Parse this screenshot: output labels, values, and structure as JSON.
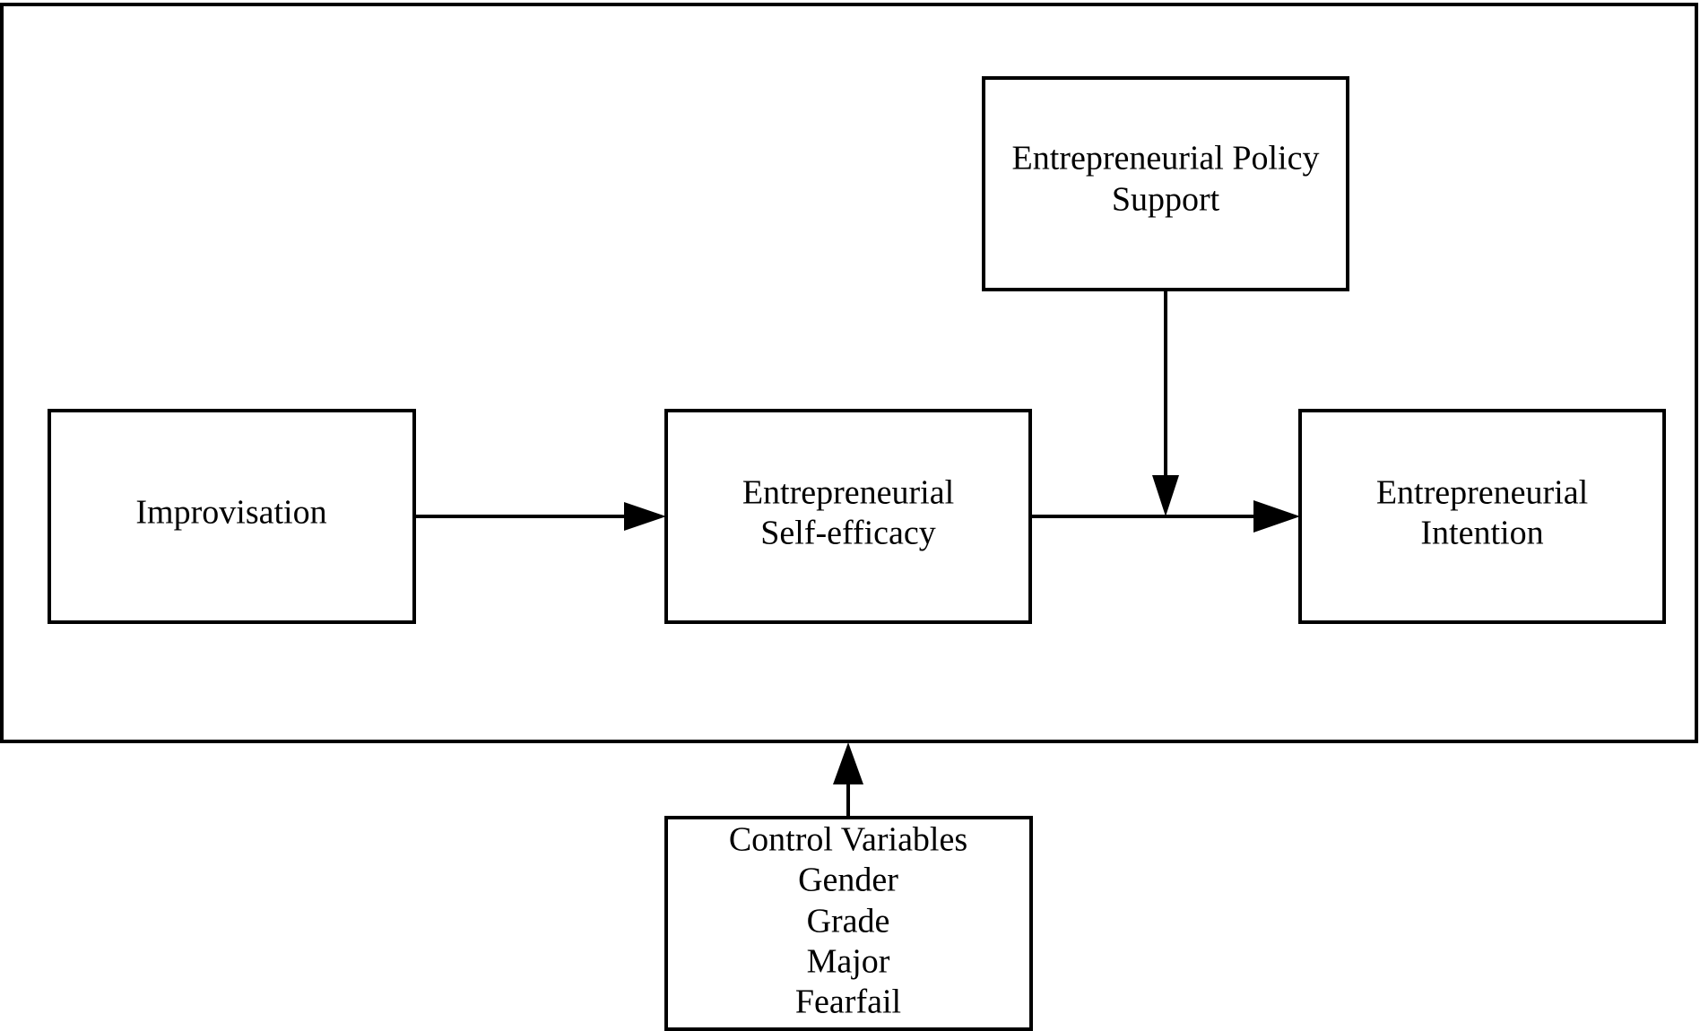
{
  "diagram": {
    "nodes": {
      "improvisation": {
        "lines": [
          "Improvisation"
        ]
      },
      "self_efficacy": {
        "lines": [
          "Entrepreneurial",
          "Self-efficacy"
        ]
      },
      "policy_support": {
        "lines": [
          "Entrepreneurial Policy",
          "Support"
        ]
      },
      "intention": {
        "lines": [
          "Entrepreneurial",
          "Intention"
        ]
      },
      "controls": {
        "lines": [
          "Control Variables",
          "Gender",
          "Grade",
          "Major",
          "Fearfail"
        ]
      }
    },
    "edges": [
      {
        "from": "improvisation",
        "to": "self_efficacy"
      },
      {
        "from": "self_efficacy",
        "to": "intention"
      },
      {
        "from": "policy_support",
        "to": "self_efficacy-intention path"
      },
      {
        "from": "controls",
        "to": "model frame"
      }
    ]
  }
}
